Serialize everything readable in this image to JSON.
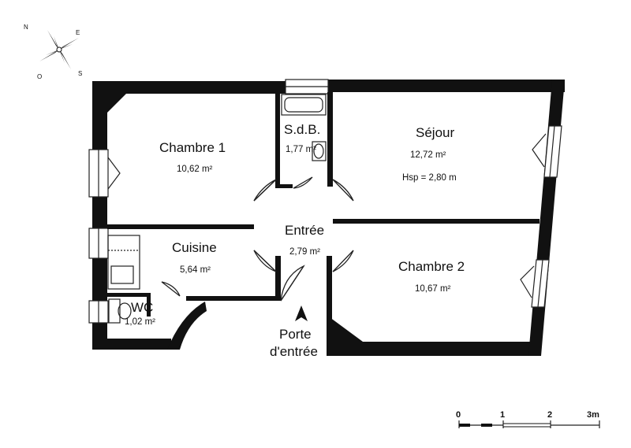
{
  "compass": {
    "north": "N",
    "east": "E",
    "south": "S",
    "west": "O"
  },
  "rooms": {
    "chambre1": {
      "name": "Chambre 1",
      "area": "10,62 m²"
    },
    "sdb": {
      "name": "S.d.B.",
      "area": "1,77 m²"
    },
    "sejour": {
      "name": "Séjour",
      "area": "12,72 m²",
      "height": "Hsp = 2,80 m"
    },
    "entree": {
      "name": "Entrée",
      "area": "2,79 m²"
    },
    "cuisine": {
      "name": "Cuisine",
      "area": "5,64 m²"
    },
    "chambre2": {
      "name": "Chambre 2",
      "area": "10,67 m²"
    },
    "wc": {
      "name": "WC",
      "area": "1,02 m²"
    }
  },
  "entrance": {
    "line1": "Porte",
    "line2": "d'entrée"
  },
  "scale": {
    "labels": [
      "0",
      "1",
      "2",
      "3m"
    ]
  }
}
